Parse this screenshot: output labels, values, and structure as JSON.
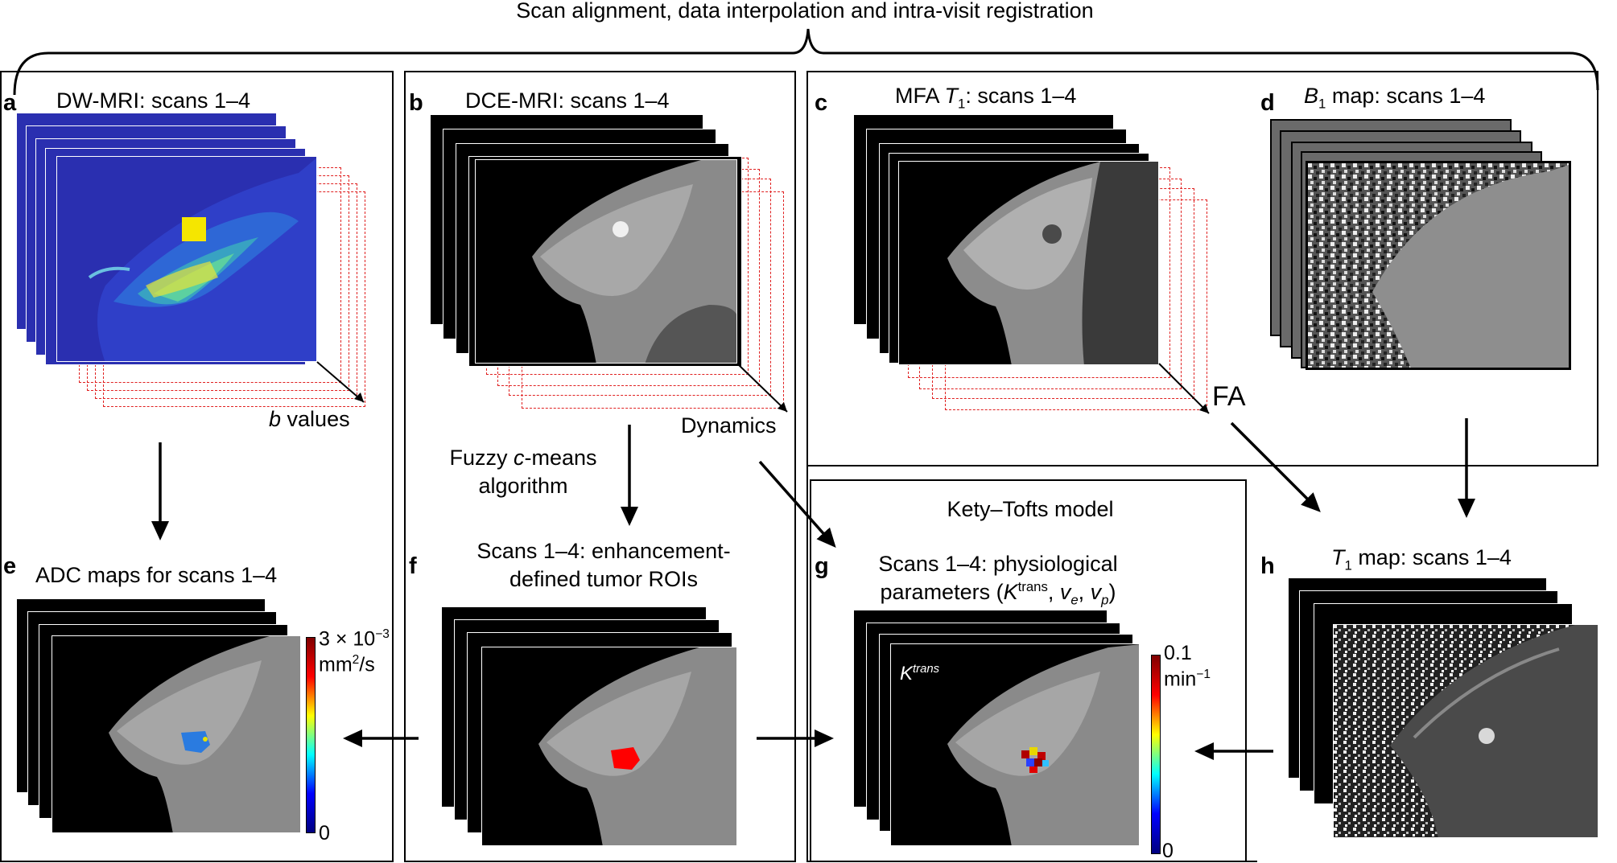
{
  "header": {
    "title": "Scan alignment, data interpolation and intra-visit registration"
  },
  "panels": {
    "a": {
      "letter": "a",
      "title": "DW-MRI: scans 1–4",
      "axis_label_italic": "b",
      "axis_label": " values"
    },
    "b": {
      "letter": "b",
      "title": "DCE-MRI: scans 1–4",
      "axis_label": "Dynamics"
    },
    "c": {
      "letter": "c",
      "title_prefix": "MFA ",
      "title_T": "T",
      "title_sub": "1",
      "title_suffix": ": scans 1–4",
      "axis_label": "FA"
    },
    "d": {
      "letter": "d",
      "title_B": "B",
      "title_sub": "1",
      "title_suffix": " map: scans 1–4"
    },
    "e": {
      "letter": "e",
      "title": "ADC maps for scans 1–4",
      "cbar_max_base": "3 × 10",
      "cbar_max_exp": "−3",
      "cbar_unit_base": "mm",
      "cbar_unit_exp": "2",
      "cbar_unit_suffix": "/s",
      "cbar_min": "0"
    },
    "f": {
      "letter": "f",
      "title_line1": "Scans 1–4: enhancement-",
      "title_line2": "defined tumor ROIs"
    },
    "g": {
      "letter": "g",
      "model_title": "Kety–Tofts model",
      "title_line1": "Scans 1–4: physiological",
      "title_line2_prefix": "parameters (",
      "K": "K",
      "K_sup": "trans",
      "sep1": ", ",
      "ve": "v",
      "ve_sub": "e",
      "sep2": ", ",
      "vp": "v",
      "vp_sub": "p",
      "title_line2_suffix": ")",
      "map_label_K": "K",
      "map_label_sup": "trans",
      "cbar_max": "0.1",
      "cbar_unit_base": "min",
      "cbar_unit_exp": "−1",
      "cbar_min": "0"
    },
    "h": {
      "letter": "h",
      "title_T": "T",
      "title_sub": "1",
      "title_suffix": " map: scans 1–4"
    }
  },
  "fuzzy_label": {
    "line1_prefix": "Fuzzy ",
    "line1_italic": "c",
    "line1_suffix": "-means",
    "line2": "algorithm"
  },
  "colors": {
    "frame": "#000000",
    "dashed": "#e02020",
    "dw_bg": "#2a2fb0",
    "roi": "#ff0000"
  }
}
